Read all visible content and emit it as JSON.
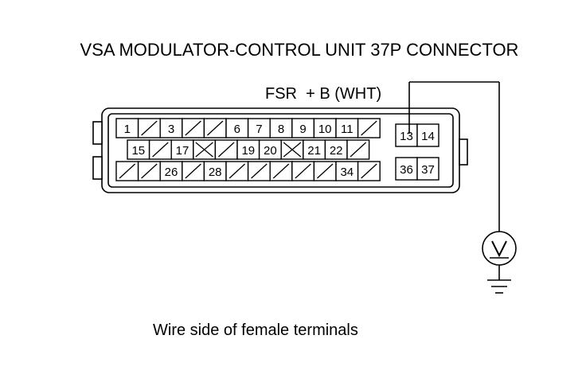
{
  "title": "VSA MODULATOR-CONTROL UNIT 37P CONNECTOR",
  "wire_label": "FSR  + B (WHT)",
  "caption": "Wire side of female terminals",
  "meter_icon": "voltmeter-icon",
  "ground_icon": "ground-icon",
  "connector": {
    "pins": 37,
    "probed_pin": "13",
    "rows": [
      [
        "1",
        "/",
        "3",
        "/",
        "/",
        "6",
        "7",
        "8",
        "9",
        "10",
        "11",
        "/"
      ],
      [
        "15",
        "/",
        "17",
        "x",
        "/",
        "19",
        "20",
        "x",
        "21",
        "22",
        "/"
      ],
      [
        "/",
        "/",
        "26",
        "/",
        "28",
        "/",
        "/",
        "/",
        "/",
        "/",
        "34",
        "/"
      ]
    ],
    "right_block": [
      "13",
      "14",
      "36",
      "37"
    ]
  }
}
